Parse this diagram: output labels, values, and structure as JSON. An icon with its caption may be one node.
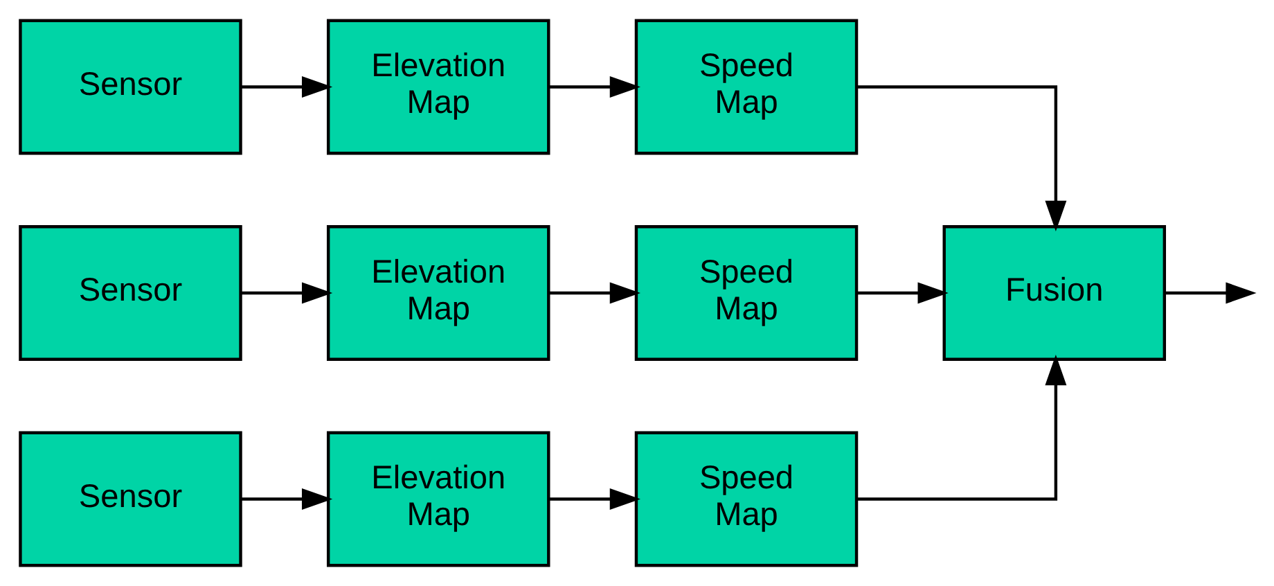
{
  "diagram": {
    "nodes": [
      {
        "text": [
          "Sensor"
        ]
      },
      {
        "text": [
          "Elevation Map"
        ]
      },
      {
        "text": [
          "Speed Map"
        ]
      },
      {
        "text": [
          "Sensor"
        ]
      },
      {
        "text": [
          "Elevation Map"
        ]
      },
      {
        "text": [
          "Speed Map"
        ]
      },
      {
        "text": [
          "Fusion"
        ]
      },
      {
        "text": [
          "Sensor"
        ]
      },
      {
        "text": [
          "Elevation Map"
        ]
      },
      {
        "text": [
          "Speed Map"
        ]
      }
    ],
    "edges": [
      {
        "from": 0,
        "to": 1,
        "arrow": "to"
      },
      {
        "from": 1,
        "to": 2,
        "arrow": "to"
      },
      {
        "from": 2,
        "to": 6,
        "arrow": "to"
      },
      {
        "from": 3,
        "to": 4,
        "arrow": "to"
      },
      {
        "from": 4,
        "to": 5,
        "arrow": "to"
      },
      {
        "from": 5,
        "to": 6,
        "arrow": "to"
      },
      {
        "from": 6,
        "to": null,
        "arrow": "to"
      },
      {
        "from": 7,
        "to": 8,
        "arrow": "to"
      },
      {
        "from": 8,
        "to": 9,
        "arrow": "to"
      },
      {
        "from": 9,
        "to": 6,
        "arrow": "to"
      }
    ]
  }
}
